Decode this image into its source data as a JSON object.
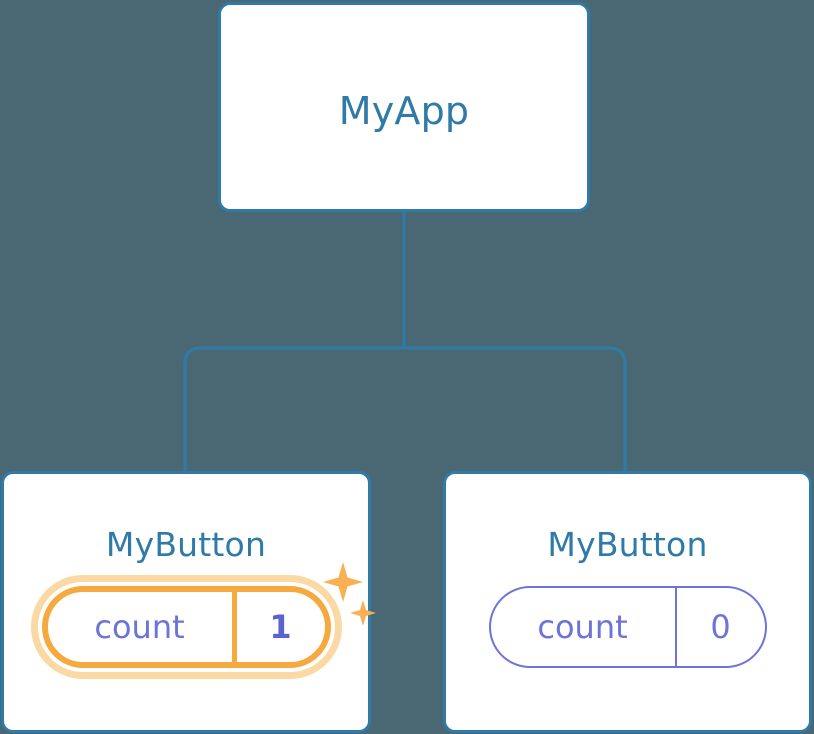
{
  "theme": {
    "background": "#4a6873",
    "card_background": "#ffffff",
    "card_border": "#2f7aa6",
    "title_text": "#2f7aa6",
    "connector": "#2f7aa6",
    "pill_border_default": "#6c74d8",
    "pill_text_default": "#6c74d8",
    "pill_border_highlight": "#f5a93f",
    "pill_glow_highlight": "#fbd9a5",
    "pill_value_highlight": "#5b63d3",
    "sparkle": "#f7b052"
  },
  "tree": {
    "root": {
      "title": "MyApp"
    },
    "children": [
      {
        "title": "MyButton",
        "state": {
          "key": "count",
          "value": "1"
        },
        "highlighted": true,
        "sparkle_icon": "sparkles-icon"
      },
      {
        "title": "MyButton",
        "state": {
          "key": "count",
          "value": "0"
        },
        "highlighted": false
      }
    ]
  }
}
